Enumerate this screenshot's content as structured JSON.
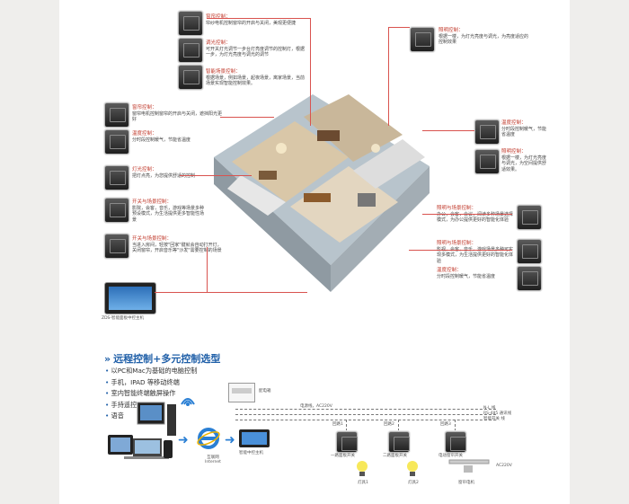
{
  "callouts_left": [
    {
      "title": "窗帘控制：",
      "text": "帘纱电机控制窗帘的开启与关闭，美观更便捷"
    },
    {
      "title": "调光控制：",
      "text": "可开关灯光调节一步台灯亮度调节的控制灯，根据一步，为灯光亮度与调光的调节"
    },
    {
      "title": "智能场景控制：",
      "text": "根据场景，例如场景，起夜场景，离家场景，当前场景实现智能控制效果。"
    },
    {
      "title": "窗帘控制：",
      "text": "窗帘电机控制窗帘的开启与关闭，遮挡阳光更好"
    },
    {
      "title": "温度控制：",
      "text": "分时段控制暖气，节能省温度"
    },
    {
      "title": "灯光控制：",
      "text": "把灯点亮，为您提供舒适的控制"
    },
    {
      "title": "开关与场景控制：",
      "text": "影院，会客，音乐，游戏等场景多种预设模式，为生活提供更多智能性场景"
    },
    {
      "title": "开关与场景控制：",
      "text": "当进入房间，轻按\"回家\"键就会自动打开灯，关闭窗帘，开启音乐等\"沙发\"需要控制的场景"
    }
  ],
  "callouts_right": [
    {
      "title": "照明控制：",
      "text": "根据一楼，为灯光亮度与调光，为亮度适应的控制效果"
    },
    {
      "title": "温度控制：",
      "text": "分时段控制暖气，节能省温度"
    },
    {
      "title": "照明控制：",
      "text": "根据一楼，为灯光亮度与调光，为空间提供舒适效果。"
    },
    {
      "title": "照明与场景控制：",
      "text": "办公，会客，会议，阅读多种场景选择模式，为办公提供更好的智能化体验"
    },
    {
      "title": "照明与场景控制：",
      "text": "影视，会客，音乐，游戏场景多种可实现多模式，为生活提供更好的智能化体验"
    },
    {
      "title": "温度控制：",
      "text": "分时段控制暖气，节能省温度"
    }
  ],
  "tablet_caption": "ZDS-智能面板中控主机",
  "section": {
    "title": "远程控制+多元控制选型",
    "bullets": [
      "以PC和Mac为基础的电脑控制",
      "手机，IPAD 等移动终端",
      "室内智能终端触屏操作",
      "手持遥控",
      "语音"
    ]
  },
  "wiring": {
    "panel_label": "配电箱",
    "ac_label": "电源线，AC220V",
    "legend": [
      "N-L 线",
      "RS-485 通讯线",
      "智能开关 线"
    ],
    "nodes": [
      "回路1",
      "回路2",
      "回路3"
    ],
    "switches": [
      "一路面板开关",
      "二路面板开关",
      "电动窗帘开关"
    ],
    "lamps": [
      "灯具1",
      "灯具2"
    ],
    "motor_label": "窗帘电机",
    "ac_motor": "AC220V",
    "internet_label": "互联网\nInternet",
    "host_label": "智能中控主机"
  }
}
